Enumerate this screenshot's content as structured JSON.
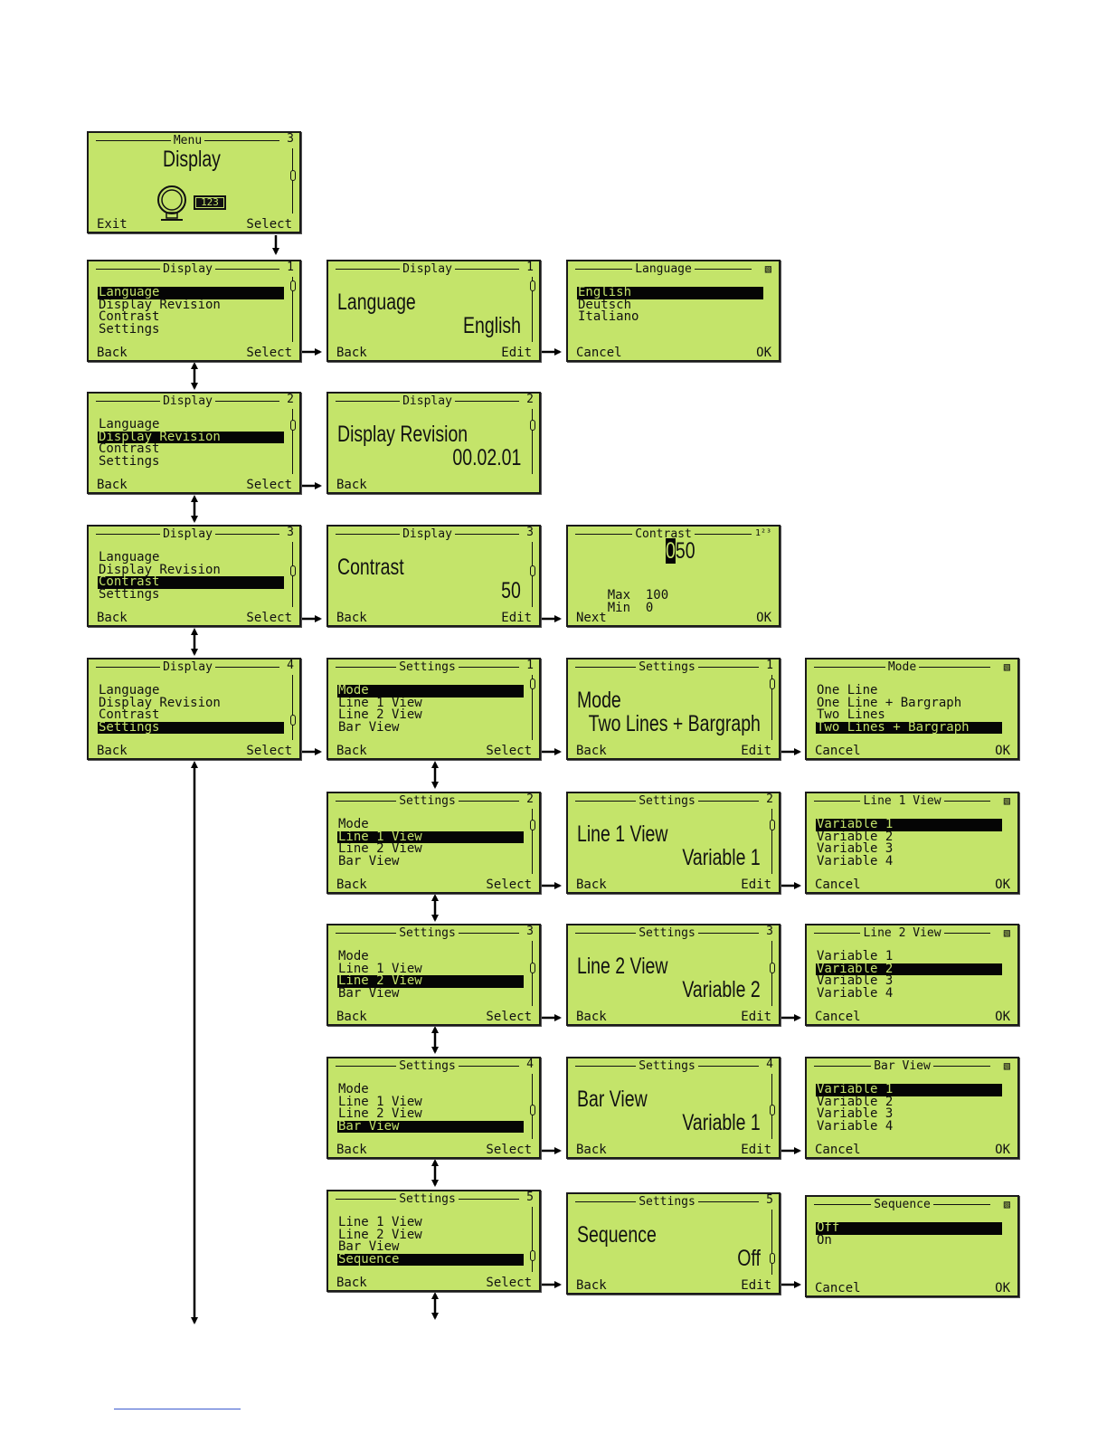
{
  "menu_screen": {
    "title": "Menu",
    "num": "3",
    "heading": "Display",
    "icon": "display-device-icon",
    "icon_text": "123",
    "left": "Exit",
    "right": "Select"
  },
  "display_menu": {
    "title": "Display",
    "left": "Back",
    "right": "Select",
    "items": [
      "Language",
      "Display Revision",
      "Contrast",
      "Settings"
    ],
    "nums": [
      "1",
      "2",
      "3",
      "4"
    ]
  },
  "language_view": {
    "title": "Display",
    "num": "1",
    "label": "Language",
    "value": "English",
    "left": "Back",
    "right": "Edit"
  },
  "language_pick": {
    "title": "Language",
    "options": [
      "English",
      "Deutsch",
      "Italiano"
    ],
    "left": "Cancel",
    "right": "OK",
    "icon": "choice-list-icon"
  },
  "revision_view": {
    "title": "Display",
    "num": "2",
    "label": "Display Revision",
    "value": "00.02.01",
    "left": "Back"
  },
  "contrast_view": {
    "title": "Display",
    "num": "3",
    "label": "Contrast",
    "value": "50",
    "left": "Back",
    "right": "Edit"
  },
  "contrast_edit": {
    "title": "Contrast",
    "icon_text": "1²³",
    "cursor_digit": "0",
    "rest_digits": "50",
    "max_label": "Max",
    "max_value": "100",
    "min_label": "Min",
    "min_value": "0",
    "left": "Next",
    "right": "OK"
  },
  "settings_menu": {
    "title": "Settings",
    "left": "Back",
    "right": "Select",
    "items": [
      "Mode",
      "Line 1 View",
      "Line 2 View",
      "Bar View"
    ],
    "items5": [
      "Line 1 View",
      "Line 2 View",
      "Bar View",
      "Sequence"
    ],
    "nums": [
      "1",
      "2",
      "3",
      "4",
      "5"
    ]
  },
  "settings_views": [
    {
      "title": "Settings",
      "num": "1",
      "label": "Mode",
      "value": "Two Lines + Bargraph",
      "left": "Back",
      "right": "Edit"
    },
    {
      "title": "Settings",
      "num": "2",
      "label": "Line 1 View",
      "value": "Variable 1",
      "left": "Back",
      "right": "Edit"
    },
    {
      "title": "Settings",
      "num": "3",
      "label": "Line 2 View",
      "value": "Variable 2",
      "left": "Back",
      "right": "Edit"
    },
    {
      "title": "Settings",
      "num": "4",
      "label": "Bar View",
      "value": "Variable 1",
      "left": "Back",
      "right": "Edit"
    },
    {
      "title": "Settings",
      "num": "5",
      "label": "Sequence",
      "value": "Off",
      "left": "Back",
      "right": "Edit"
    }
  ],
  "pickers": [
    {
      "title": "Mode",
      "options": [
        "One Line",
        "One Line + Bargraph",
        "Two Lines",
        "Two Lines + Bargraph"
      ],
      "selected": 3,
      "left": "Cancel",
      "right": "OK"
    },
    {
      "title": "Line 1 View",
      "options": [
        "Variable 1",
        "Variable 2",
        "Variable 3",
        "Variable 4"
      ],
      "selected": 0,
      "left": "Cancel",
      "right": "OK"
    },
    {
      "title": "Line 2 View",
      "options": [
        "Variable 1",
        "Variable 2",
        "Variable 3",
        "Variable 4"
      ],
      "selected": 1,
      "left": "Cancel",
      "right": "OK"
    },
    {
      "title": "Bar View",
      "options": [
        "Variable 1",
        "Variable 2",
        "Variable 3",
        "Variable 4"
      ],
      "selected": 0,
      "left": "Cancel",
      "right": "OK"
    },
    {
      "title": "Sequence",
      "options": [
        "Off",
        "On"
      ],
      "selected": 0,
      "left": "Cancel",
      "right": "OK"
    }
  ],
  "colors": {
    "lcd_background": "#c4e46a",
    "lcd_ink": "#111111",
    "highlight": "#050505"
  }
}
